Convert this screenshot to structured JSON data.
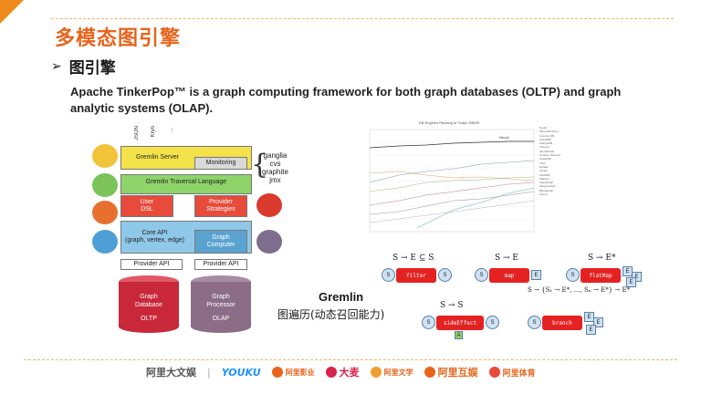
{
  "slide": {
    "title": "多模态图引擎",
    "section_arrow": "➢",
    "section": "图引擎",
    "description": "Apache TinkerPop™ is a graph computing framework for both graph databases (OLTP) and graph analytic systems (OLAP)."
  },
  "stack": {
    "formats": [
      "JSON",
      "Kryo",
      "..."
    ],
    "server": "Gremlin Server",
    "monitoring": "Monitoring",
    "plugins": [
      "ganglia",
      "cvs",
      "graphite",
      "jmx"
    ],
    "traversal": "Gremlin Traversal Language",
    "user_dsl": "User\nDSL",
    "provider_strategies": "Provider\nStrategies",
    "core_api": "Core API\n(graph, vertex, edge)",
    "graph_computer": "Graph\nComputer",
    "provider_api_left": "Provider API",
    "provider_api_right": "Provider API",
    "db": "Graph\nDatabase",
    "db_mode": "OLTP",
    "processor": "Graph\nProcessor",
    "processor_mode": "OLAP",
    "colors": {
      "yellow": "#f4e24a",
      "green": "#8fd46a",
      "red": "#e84b3b",
      "blue": "#8fc8e8",
      "db": "#c9273a",
      "proc": "#8c6d88"
    }
  },
  "ranking_chart": {
    "title": "DB-Engines Ranking of Graph DBMS",
    "annotation": "Neo4j",
    "legend": [
      "Neo4j",
      "Microsoft Azure Cosmos DB",
      "OrientDB",
      "ArangoDB",
      "Virtuoso",
      "JanusGraph",
      "Amazon Neptune",
      "GraphDB",
      "Titan",
      "Dgraph",
      "Giraph",
      "FlockDB",
      "Stardog",
      "TigerGraph",
      "AllegroGraph",
      "Blazegraph",
      "Fauna"
    ]
  },
  "gremlin": {
    "name": "Gremlin",
    "subtitle": "图遍历(动态召回能力)",
    "steps": [
      {
        "formula": "S → E ⊆ S",
        "label": "filter",
        "in": "S",
        "out": "S"
      },
      {
        "formula": "S → E",
        "label": "map",
        "in": "S",
        "out": "E"
      },
      {
        "formula": "S → E*",
        "label": "flatMap",
        "in": "S",
        "out": "E"
      },
      {
        "formula": "S → S",
        "label": "sideEffect",
        "in": "S",
        "out": "S",
        "marker": "A"
      },
      {
        "formula": "S → {S₁ → E*, …, Sₙ → E*} → E*",
        "label": "branch",
        "in": "S",
        "out": "E"
      }
    ]
  },
  "footer": {
    "brands": [
      "阿里大文娱",
      "|",
      "YOUKU",
      "阿里影业",
      "大麦",
      "阿里文学",
      "阿里互娱",
      "阿里体育"
    ]
  }
}
